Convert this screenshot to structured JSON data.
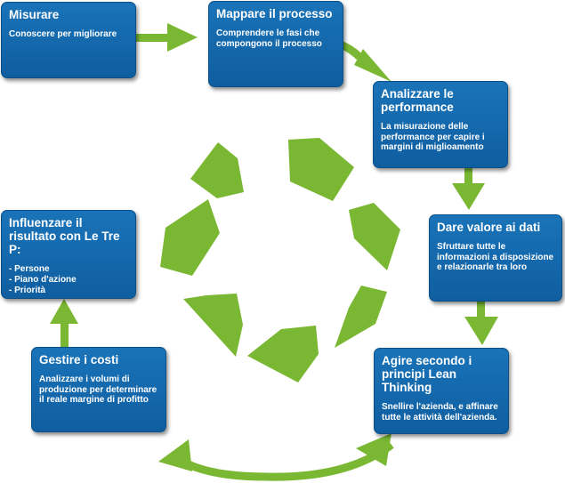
{
  "colors": {
    "box_fill": "#1467ad",
    "box_border": "#0b4f86",
    "arrow_green": "#7ab833",
    "text": "#ffffff"
  },
  "steps": [
    {
      "title": "Misurare",
      "description": "Conoscere per migliorare"
    },
    {
      "title": "Mappare il processo",
      "description": "Comprendere le fasi che compongono il processo"
    },
    {
      "title": "Analizzare le performance",
      "description": "La misurazione delle performance  per capire i margini di miglioamento"
    },
    {
      "title": "Dare valore ai dati",
      "description": "Sfruttare tutte le informazioni a disposizione e relazionarle tra loro"
    },
    {
      "title": "Agire secondo i principi Lean Thinking",
      "description": "Snellire l'azienda, e affinare tutte le attività dell'azienda."
    },
    {
      "title": "Gestire i costi",
      "description": "Analizzare i volumi di produzione per determinare il reale margine di profitto"
    },
    {
      "title": "Influenzare il risultato con  Le Tre P:",
      "items": [
        "- Persone",
        "- Piano d'azione",
        "- Priorità"
      ]
    }
  ]
}
